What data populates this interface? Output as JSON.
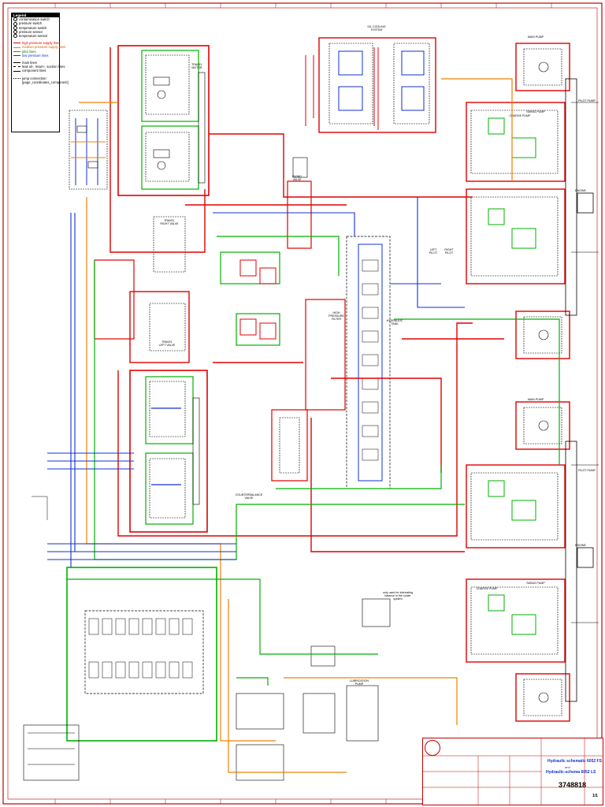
{
  "legend": {
    "title": "Legend",
    "symbols": [
      "contamination switch",
      "pressure switch",
      "temperature switch",
      "pressure sensor",
      "temperature sensor"
    ],
    "lines": [
      {
        "label": "high pressure supply lines",
        "color": "#e00000"
      },
      {
        "label": "medium pressure supply lines",
        "color": "#f08000"
      },
      {
        "label": "pilot lines",
        "color": "#00b000"
      },
      {
        "label": "low pressure lines",
        "color": "#1030d0"
      }
    ],
    "line_types": [
      "main lines",
      "leak oil-, return-, suction lines",
      "component lines"
    ],
    "jump_connection": "jump connection:\n[page_coordinates_component]"
  },
  "labels": {
    "cooling_system": "OIL COOLING\nSYSTEM",
    "charge_pump_1": "CHARGE PUMP",
    "swing_pump_1": "SWING PUMP",
    "main_pump_1": "MAIN PUMP",
    "pilot_pump_1": "PILOT PUMP",
    "engine_1": "ENGINE",
    "charge_pump_2": "CHARGE PUMP",
    "swing_pump_2": "SWING PUMP",
    "main_pump_2": "MAIN PUMP",
    "pilot_pump_2": "PILOT PUMP",
    "engine_2": "ENGINE",
    "travel_right": "TRAVEL\nRIGHT VALVE",
    "travel_left": "TRAVEL\nLEFT VALVE",
    "travel_motor": "TRAVEL\nMOTOR",
    "swing_valve": "SWING\nVALVE",
    "high_pressure_filter": "HIGH\nPRESSURE\nFILTER",
    "hydraulic_tank": "HYDRAULIC\nTANK",
    "counterbalance": "COUNTERBALANCE\nVALVE",
    "lubrication_pump": "LUBRICATION\nPUMP",
    "note_cooling": "only used for lubricating\nbalance in the cooler\nsystem",
    "left_pilot": "LEFT\nPILOT",
    "right_pilot": "RIGHT\nPILOT"
  },
  "title_block": {
    "title_line1": "Hydraulic schematic 6052 FS",
    "title_line2": "and",
    "title_line3": "Hydraulic-schema 6052 LS",
    "drawing_no": "3748818",
    "sheet": "1/1"
  },
  "colors": {
    "high": "#e00000",
    "medium": "#f08000",
    "pilot": "#00b000",
    "low": "#1030d0",
    "border": "#c00000"
  }
}
